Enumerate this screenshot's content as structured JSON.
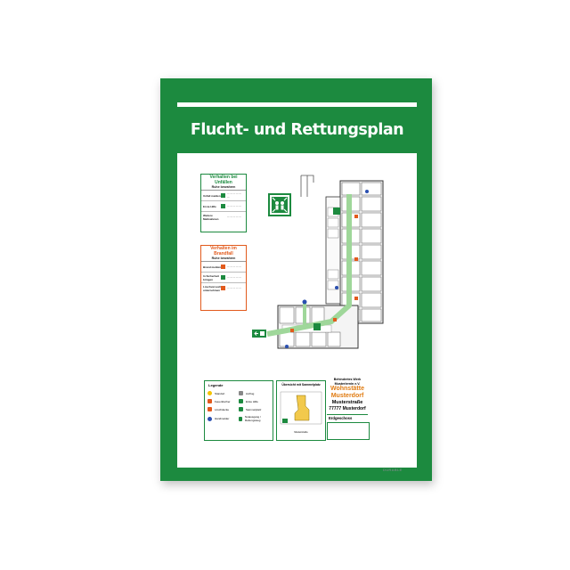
{
  "sign": {
    "title": "Flucht- und Rettungsplan",
    "accident": {
      "title": "Verhalten bei Unfällen",
      "subtitle": "Ruhe bewahren",
      "steps": [
        "Unfall melden",
        "Erste Hilfe",
        "Weitere Maßnahmen"
      ]
    },
    "fire": {
      "title": "Verhalten im Brandfall",
      "subtitle": "Ruhe bewahren",
      "steps": [
        "Brand melden",
        "In Sicherheit bringen",
        "Löschversuch unternehmen"
      ]
    },
    "legend": {
      "title": "Legende",
      "items": [
        "Standort",
        "Aufzug",
        "Feuerlöscher",
        "Erste Hilfe",
        "Löschdecke",
        "Sammelplatz",
        "Handmelder",
        "Notausgang / Rettungsweg"
      ]
    },
    "overview": {
      "title": "Übersicht mit Sammelplatz",
      "caption": "Musterstraße"
    },
    "address": {
      "org": "Behindertes Werk Musterlernin e.V.",
      "name1": "Wohnstätte",
      "name2": "Musterdorf",
      "street": "Musterstraße",
      "city": "77777 Musterdorf",
      "floor": "Erdgeschoss"
    },
    "brand": "DURABLE"
  },
  "colors": {
    "frame_green": "#1c8a3f",
    "orange": "#e25a1c",
    "path_green": "#9fd79a"
  },
  "icons": [
    "assembly-point-icon",
    "emergency-exit-icon",
    "first-aid-icon"
  ]
}
